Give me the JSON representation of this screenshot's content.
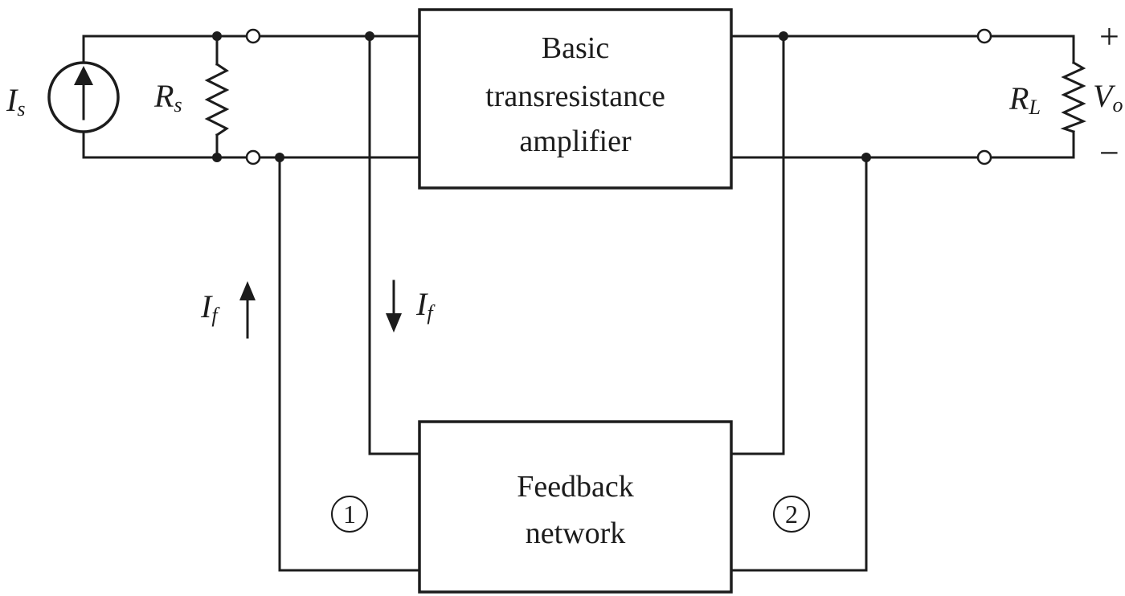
{
  "amplifier": {
    "lines": [
      "Basic",
      "transresistance",
      "amplifier"
    ]
  },
  "feedback": {
    "lines": [
      "Feedback",
      "network"
    ]
  },
  "source": {
    "symbol": "I",
    "subscript": "s"
  },
  "source_resistor": {
    "symbol": "R",
    "subscript": "s"
  },
  "load_resistor": {
    "symbol": "R",
    "subscript": "L"
  },
  "output_voltage": {
    "symbol": "V",
    "subscript": "o",
    "plus": "+",
    "minus": "−"
  },
  "feedback_current_left": {
    "symbol": "I",
    "subscript": "f"
  },
  "feedback_current_right": {
    "symbol": "I",
    "subscript": "f"
  },
  "port_labels": [
    "1",
    "2"
  ]
}
